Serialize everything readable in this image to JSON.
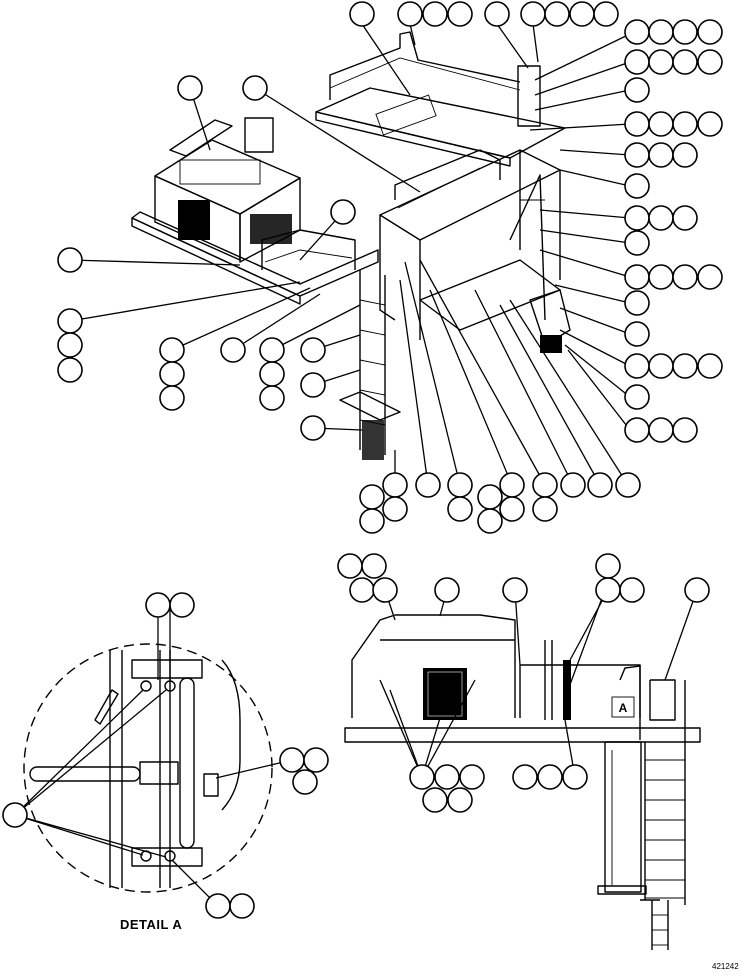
{
  "drawing": {
    "detail_label": "DETAIL A",
    "view_letter": "A",
    "drawing_number": "421242"
  }
}
